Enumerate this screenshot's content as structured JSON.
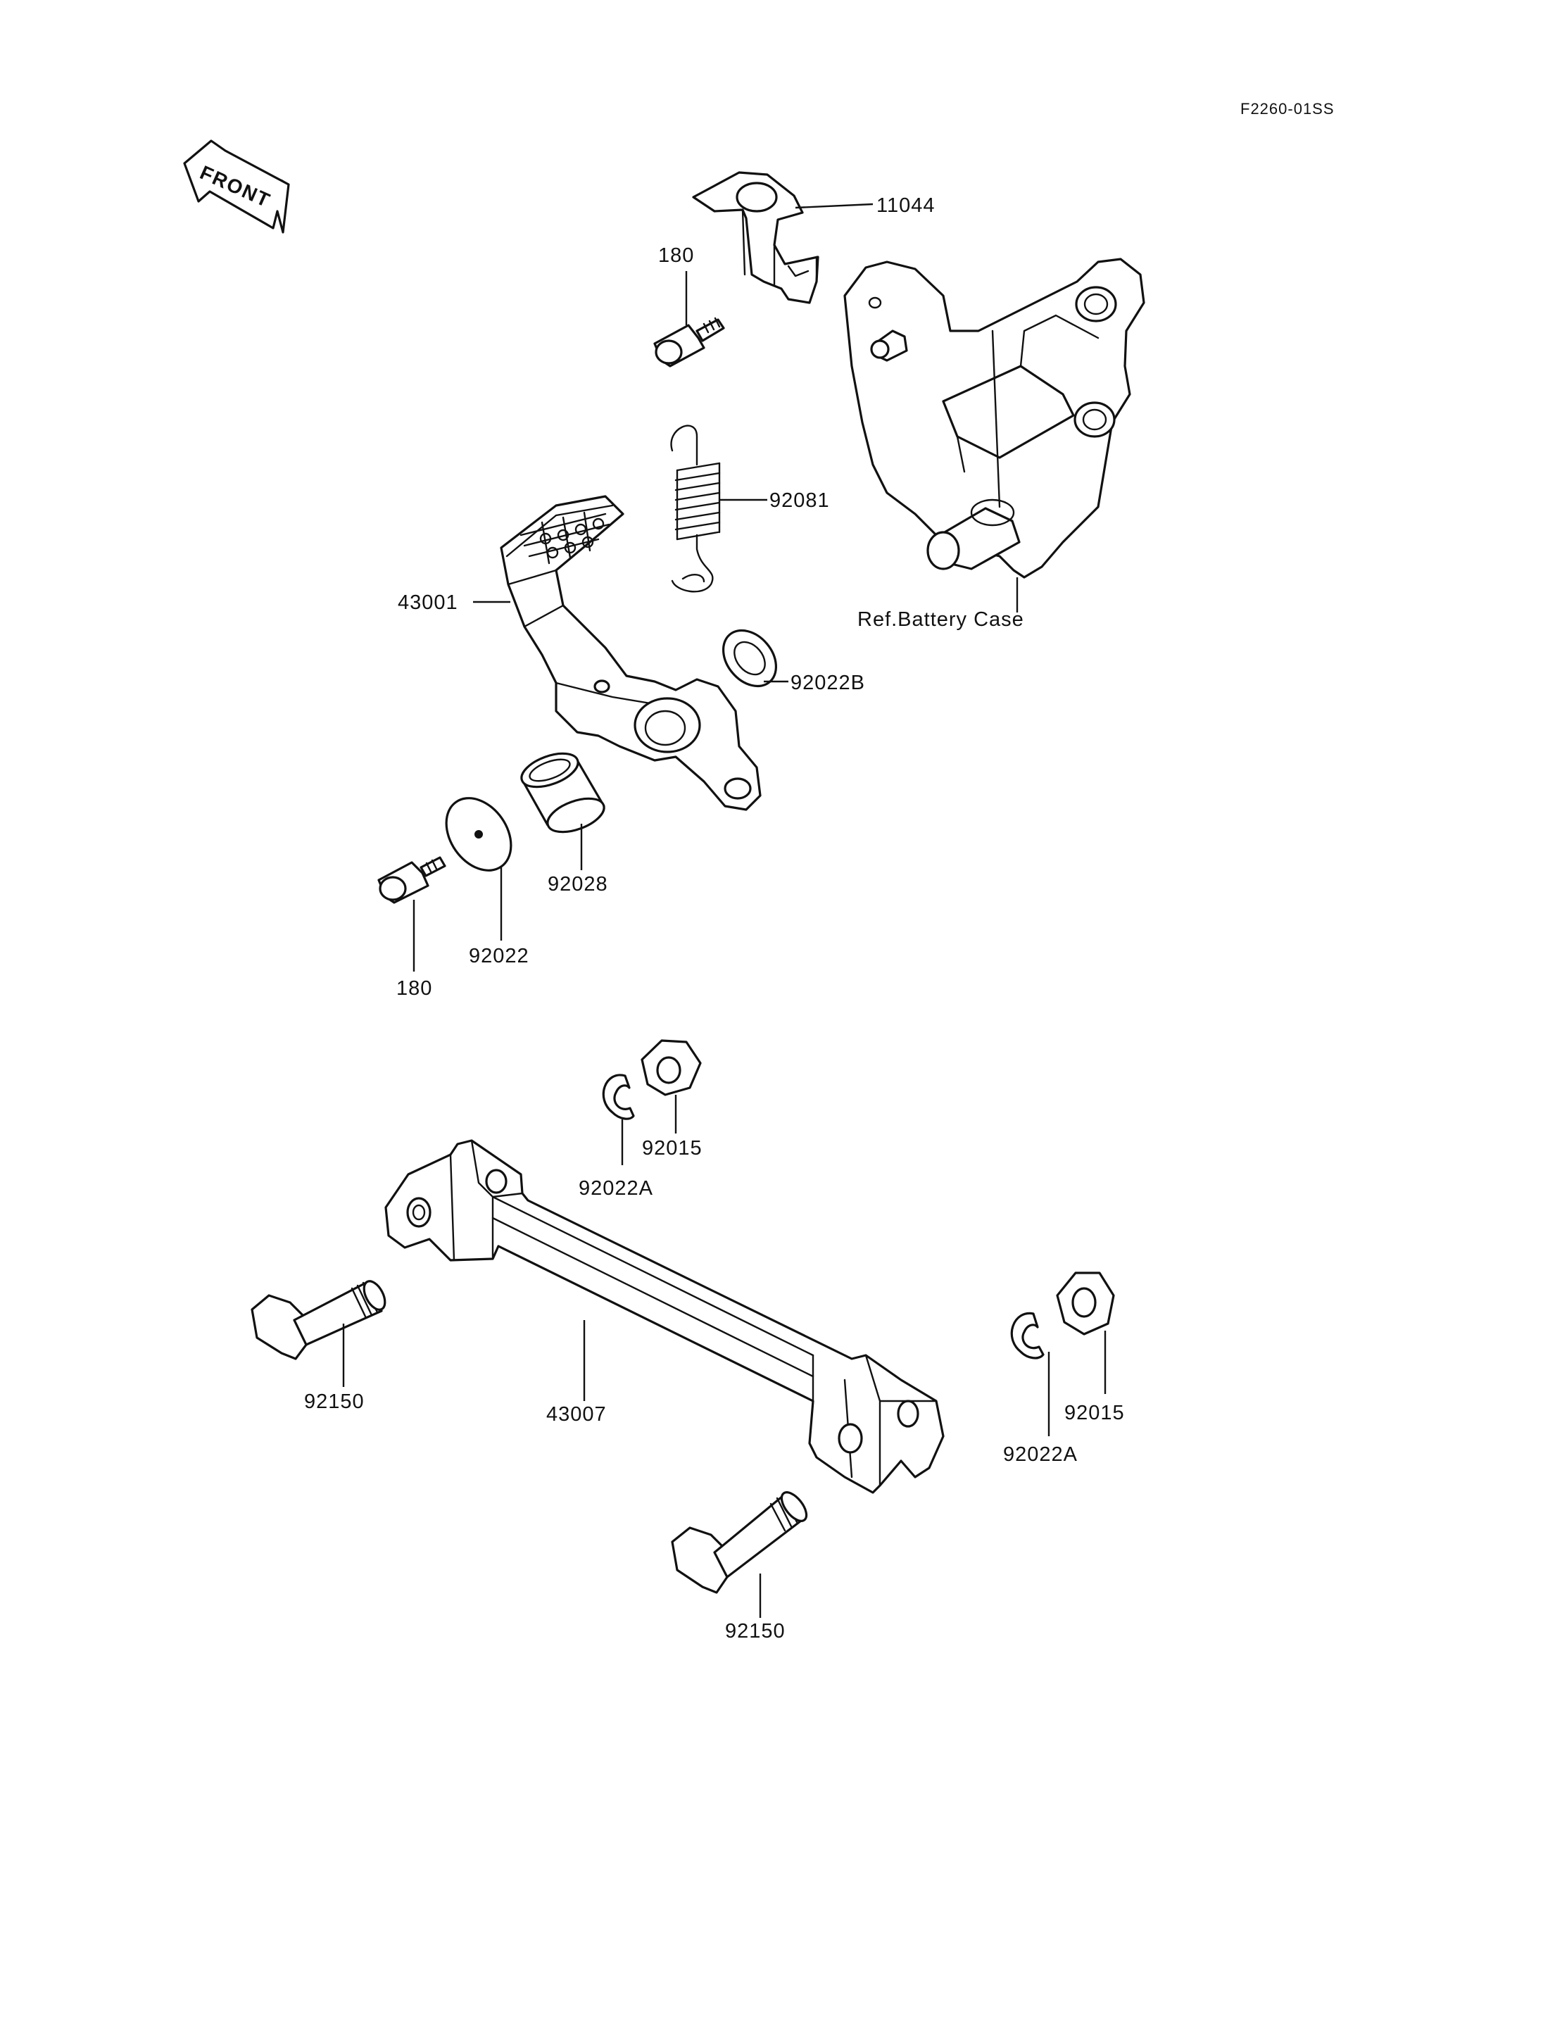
{
  "drawing_code": "F2260-01SS",
  "front_label": "FRONT",
  "reference_label": "Ref.Battery Case",
  "callouts": {
    "bracket": "11044",
    "bolt_top": "180",
    "spring": "92081",
    "brake_pedal": "43001",
    "washer_b": "92022B",
    "collar": "92028",
    "washer": "92022",
    "bolt_bottom": "180",
    "nut_top": "92015",
    "circlip_top": "92022A",
    "rod": "43007",
    "pin_left": "92150",
    "nut_right": "92015",
    "circlip_right": "92022A",
    "pin_bottom": "92150"
  },
  "icon_names": [
    "front-arrow-icon"
  ]
}
